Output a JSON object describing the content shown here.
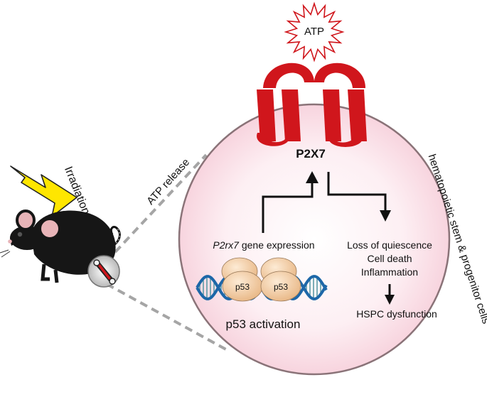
{
  "labels": {
    "atp": "ATP",
    "receptor": "P2X7",
    "irradiation": "Irradiation",
    "atp_release": "ATP release",
    "gene_expression_italic": "P2rx7",
    "gene_expression_rest": " gene expression",
    "p53_left": "p53",
    "p53_right": "p53",
    "p53_activation": "p53 activation",
    "effects": [
      "Loss of quiescence",
      "Cell death",
      "Inflammation"
    ],
    "outcome": "HSPC dysfunction",
    "cell_type": "hematopoietic stem & progenitor cells"
  },
  "colors": {
    "receptor": "#d0161c",
    "cell_fill": "#fbe4ea",
    "cell_stroke": "#8a7378",
    "lightning": "#ffe600",
    "protein": "#f3cfa6",
    "dna_blue": "#1d67a8",
    "dna_teal": "#5a9aa6"
  },
  "icons": {
    "atp_burst": "starburst-icon",
    "lightning": "lightning-bolt-icon",
    "mouse": "mouse-icon",
    "bone": "bone-icon"
  }
}
